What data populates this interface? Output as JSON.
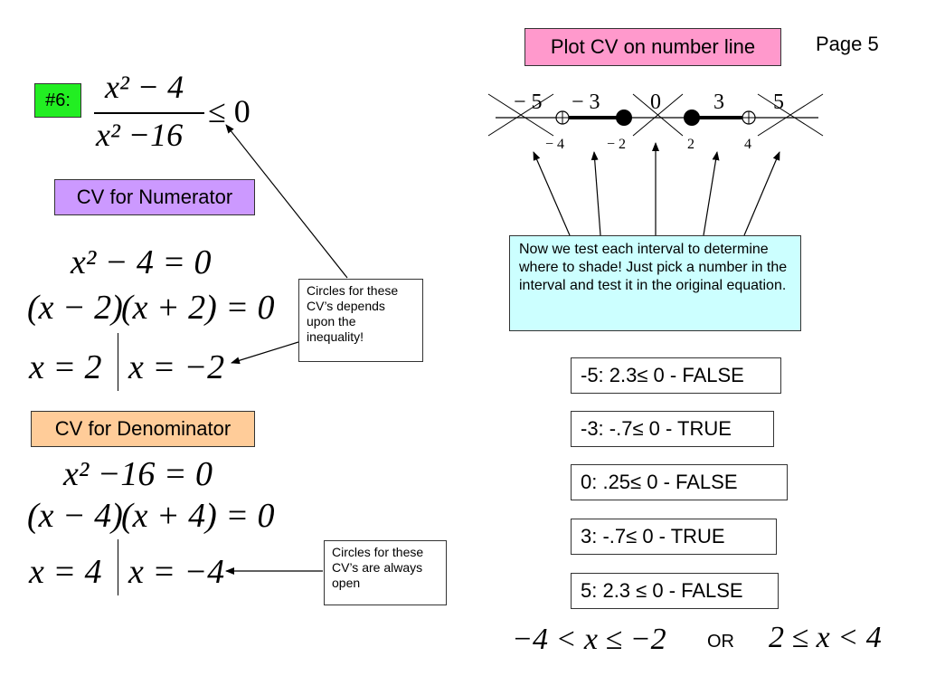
{
  "header": {
    "plot_title": "Plot CV on number line",
    "page_label": "Page 5"
  },
  "problem": {
    "number_label": "#6:",
    "numerator": "x² − 4",
    "denominator": "x² −16",
    "relation": "≤ 0"
  },
  "numerator_section": {
    "title": "CV for Numerator",
    "eq1": "x² − 4 = 0",
    "eq2_left": "(x − 2)",
    "eq2_right": "(x + 2) = 0",
    "sol_left": "x = 2",
    "sol_right": "x = −2"
  },
  "denominator_section": {
    "title": "CV for Denominator",
    "eq1": "x² −16 = 0",
    "eq2_left": "(x − 4)",
    "eq2_right": "(x + 4) = 0",
    "sol_left": "x = 4",
    "sol_right": "x = −4"
  },
  "notes": {
    "circles_inequality": "Circles for these CV’s depends upon the inequality!",
    "circles_open": "Circles for these CV’s are always open",
    "test_interval": "Now we test each interval to determine where to shade!  Just pick a number in the interval and test it in the original equation."
  },
  "number_line": {
    "top_labels": [
      "− 5",
      "− 3",
      "0",
      "3",
      "5"
    ],
    "bottom_labels": [
      "− 4",
      "− 2",
      "2",
      "4"
    ]
  },
  "tests": [
    "-5: 2.3≤ 0 - FALSE",
    "-3: -.7≤ 0 - TRUE",
    "0:  .25≤  0 - FALSE",
    "3:  -.7≤  0 - TRUE",
    "5: 2.3 ≤ 0 - FALSE"
  ],
  "answer": {
    "left": "−4 < x ≤ −2",
    "connector": "OR",
    "right": "2 ≤ x < 4"
  },
  "colors": {
    "number_label_bg": "#22ee22",
    "plot_title_bg": "#ff99cc",
    "numerator_title_bg": "#cc99ff",
    "denominator_title_bg": "#ffcc99",
    "test_note_bg": "#ccffff"
  }
}
